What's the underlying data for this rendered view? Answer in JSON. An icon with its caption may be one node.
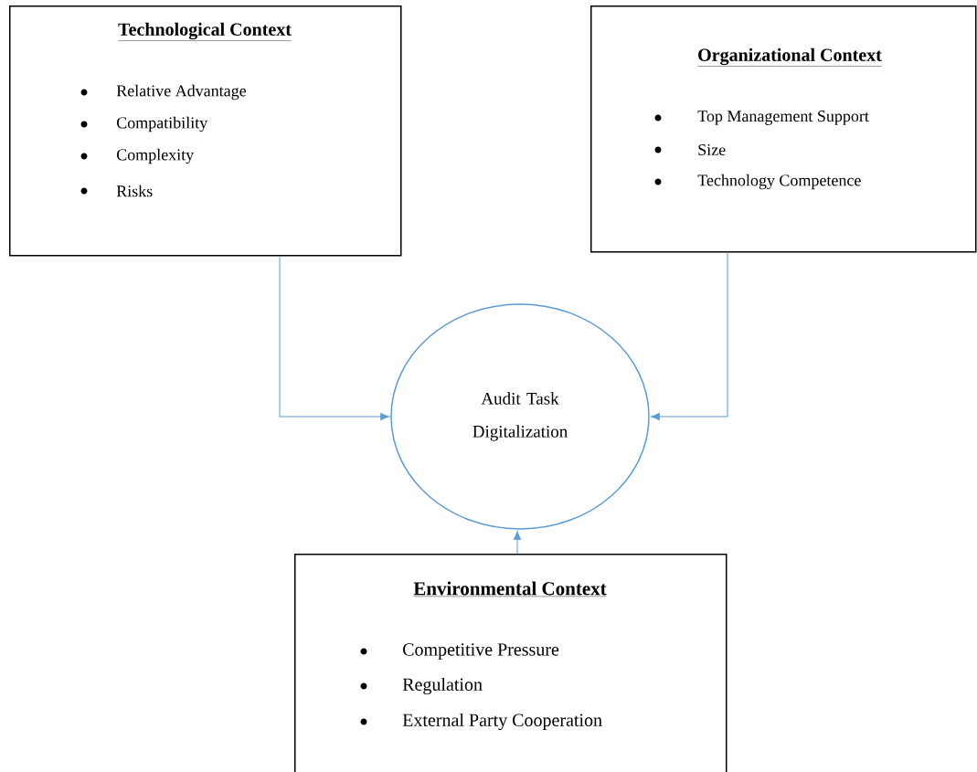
{
  "diagram": {
    "nodes": [
      {
        "text": [
          "Technological Context",
          "Relative Advantage",
          "Compatibility",
          "Complexity",
          "Risks"
        ]
      },
      {
        "text": [
          "Organizational Context",
          "Top Management Support",
          "Size",
          "Technology Competence"
        ]
      },
      {
        "text": [
          "Audit Task Digitalization"
        ]
      },
      {
        "text": [
          "Environmental Context",
          "Competitive Pressure",
          "Regulation",
          "External Party Cooperation"
        ]
      }
    ],
    "edges": [
      {
        "from": 0,
        "to": 2,
        "arrow": "to"
      },
      {
        "from": 1,
        "to": 2,
        "arrow": "to"
      },
      {
        "from": 3,
        "to": 2,
        "arrow": "to"
      }
    ]
  }
}
